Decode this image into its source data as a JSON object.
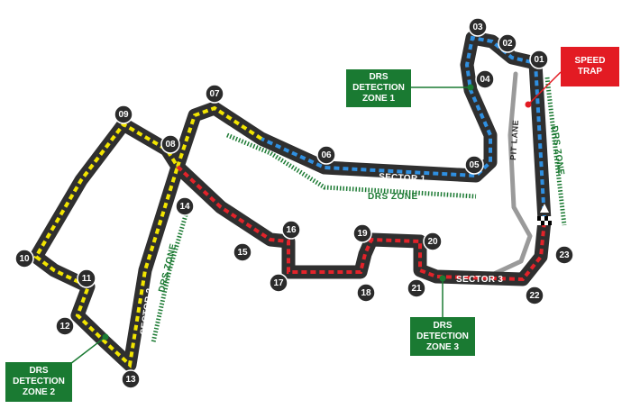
{
  "turns": [
    "01",
    "02",
    "03",
    "04",
    "05",
    "06",
    "07",
    "08",
    "09",
    "10",
    "11",
    "12",
    "13",
    "14",
    "15",
    "16",
    "17",
    "18",
    "19",
    "20",
    "21",
    "22",
    "23"
  ],
  "sectors": {
    "s1": "SECTOR 1",
    "s2": "SECTOR 2",
    "s3": "SECTOR 3"
  },
  "drs_zone": "DRS ZONE",
  "pit_lane": "PIT LANE",
  "callouts": {
    "det1": [
      "DRS",
      "DETECTION",
      "ZONE 1"
    ],
    "det2": [
      "DRS",
      "DETECTION",
      "ZONE 2"
    ],
    "det3": [
      "DRS",
      "DETECTION",
      "ZONE 3"
    ],
    "speed_trap": [
      "SPEED",
      "TRAP"
    ]
  },
  "colors": {
    "track": "#2f2f2f",
    "sector1": "#2f8fe0",
    "sector2": "#f2e500",
    "sector3": "#e2232a",
    "drs": "#1c7a33",
    "badge": "#2b2b2b",
    "speed_trap": "#e31b23",
    "detection_box": "#1a7a32"
  }
}
